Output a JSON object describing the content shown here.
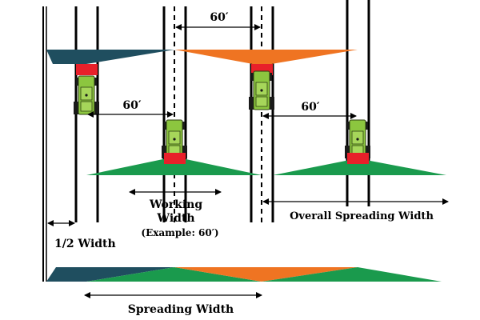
{
  "labels": {
    "dim_top": "60′",
    "dim_left": "60′",
    "dim_right": "60′",
    "working_width": "Working",
    "working_width_2": "Width",
    "working_example": "(Example: 60′)",
    "overall_spreading_width": "Overall Spreading Width",
    "half_width": "1/2 Width",
    "spreading_width": "Spreading Width"
  },
  "colors": {
    "teal_fan": "#1f4e5f",
    "orange_fan": "#ef7422",
    "green_fan": "#1a9a4d",
    "hopper_red": "#e8202a",
    "tractor_body": "#8cc63f",
    "tire": "#1a1a1a",
    "track_line": "#000000"
  },
  "icons": {
    "tractor": "tractor-spreader-icon",
    "arrow": "dimension-arrow-icon"
  }
}
